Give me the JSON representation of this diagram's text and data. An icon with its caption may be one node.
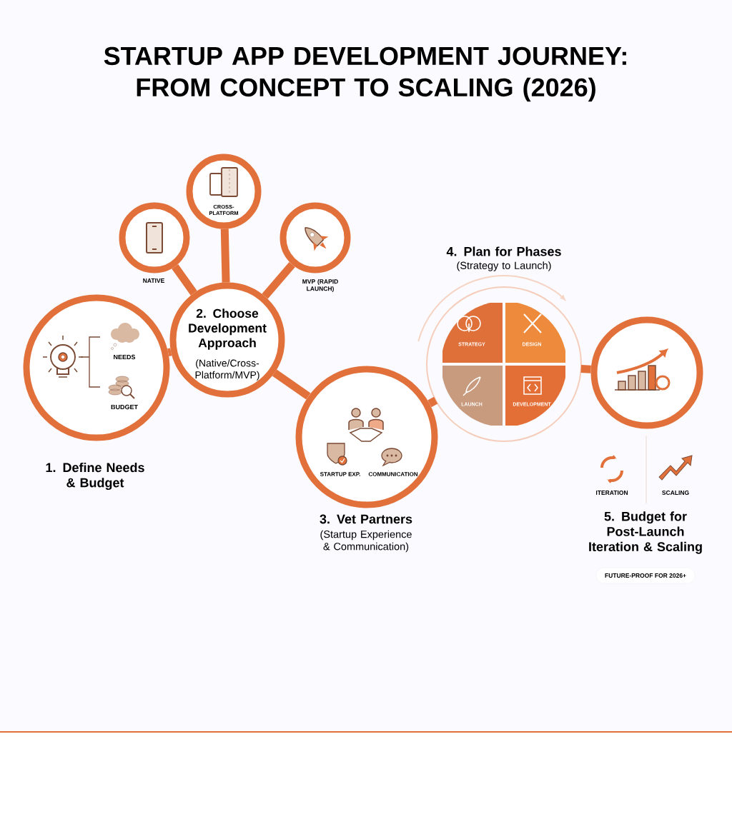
{
  "diagram": {
    "title": "STARTUP APP DEVELOPMENT JOURNEY: FROM CONCEPT TO SCALING (2026)",
    "nodes": [
      {
        "text": [
          "NEEDS",
          "BUDGET",
          "1. Define Needs & Budget"
        ]
      },
      {
        "text": [
          "2. Choose Development Approach",
          "(Native/Cross-Platform/MVP)"
        ]
      },
      {
        "text": [
          "NATIVE"
        ]
      },
      {
        "text": [
          "CROSS-PLATFORM"
        ]
      },
      {
        "text": [
          "MVP (RAPID LAUNCH)"
        ]
      },
      {
        "text": [
          "STARTUP EXP.",
          "COMMUNICATION",
          "3. Vet Partners",
          "(Startup Experience & Communication)"
        ]
      },
      {
        "text": [
          "4. Plan for Phases",
          "(Strategy to Launch)"
        ]
      },
      {
        "text": [
          "STRATEGY"
        ],
        "in": 6
      },
      {
        "text": [
          "DESIGN"
        ],
        "in": 6
      },
      {
        "text": [
          "LAUNCH"
        ],
        "in": 6
      },
      {
        "text": [
          "DEVELOPMENT"
        ],
        "in": 6
      },
      {
        "text": [],
        "shape": "circle"
      },
      {
        "text": [
          "FUTURE-PROOF FOR 2026+"
        ]
      }
    ],
    "edges": [
      {
        "from": 0,
        "to": 1,
        "arrow": "none"
      },
      {
        "from": 1,
        "to": 2,
        "arrow": "none"
      },
      {
        "from": 1,
        "to": 3,
        "arrow": "none"
      },
      {
        "from": 1,
        "to": 4,
        "arrow": "none"
      },
      {
        "from": 1,
        "to": 5,
        "arrow": "none"
      },
      {
        "from": 5,
        "to": 6,
        "arrow": "none"
      },
      {
        "from": 6,
        "to": 11,
        "arrow": "none"
      }
    ],
    "labels": [
      "ITERATION",
      "SCALING",
      "5. Budget for Post-Launch Iteration & Scaling"
    ]
  }
}
